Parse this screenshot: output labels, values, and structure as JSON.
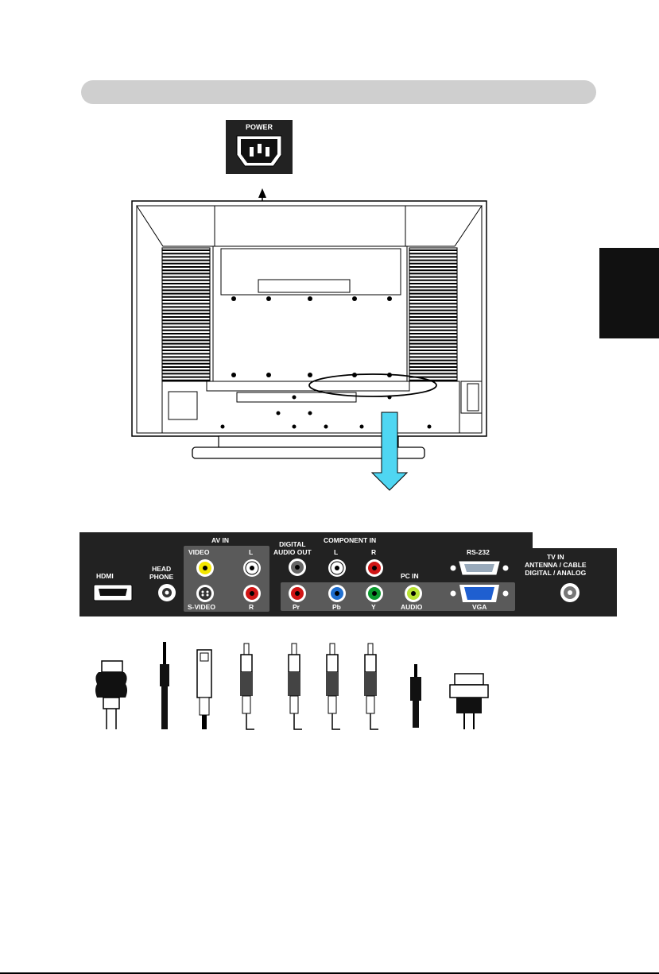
{
  "power": {
    "label": "POWER"
  },
  "panel": {
    "hdmi": "HDMI",
    "headphone": "HEAD\nPHONE",
    "av_in": "AV IN",
    "video": "VIDEO",
    "l": "L",
    "r": "R",
    "s_video": "S-VIDEO",
    "digital_audio_out": "DIGITAL\nAUDIO OUT",
    "component_in": "COMPONENT IN",
    "comp_l": "L",
    "comp_r": "R",
    "pr": "Pr",
    "pb": "Pb",
    "y": "Y",
    "rs232": "RS-232",
    "pc_in": "PC IN",
    "audio": "AUDIO",
    "vga": "VGA",
    "tv_in": "TV IN\nANTENNA / CABLE\nDIGITAL / ANALOG"
  },
  "colors": {
    "header_pill": "#cfcfcf",
    "panel_bg": "#222222",
    "jack_yellow": "#f3e600",
    "jack_red": "#d01515",
    "jack_white": "#ffffff",
    "jack_blue": "#1f6fd0",
    "jack_green": "#0b9a2e",
    "jack_lime": "#b8e234",
    "arrow_cyan": "#4fd6f2"
  }
}
